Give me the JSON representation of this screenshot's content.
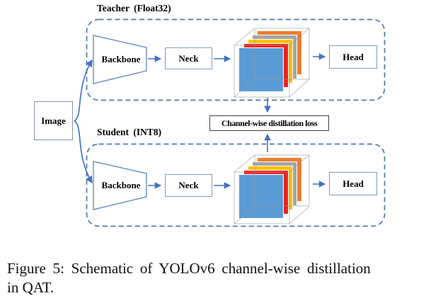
{
  "diagram": {
    "image_box": {
      "label": "Image"
    },
    "teacher": {
      "title": "Teacher (Float32)",
      "backbone": "Backbone",
      "neck": "Neck",
      "head": "Head"
    },
    "student": {
      "title": "Student (INT8)",
      "backbone": "Backbone",
      "neck": "Neck",
      "head": "Head"
    },
    "loss_box": {
      "label": "Channel-wise distillation loss"
    },
    "feature_stack": {
      "layers": [
        {
          "name": "orange",
          "color": "#ED7D31"
        },
        {
          "name": "gray",
          "color": "#A6A6A6"
        },
        {
          "name": "yellow",
          "color": "#FFC000"
        },
        {
          "name": "red",
          "color": "#EE2020"
        },
        {
          "name": "blue",
          "color": "#5B9BD5"
        }
      ]
    },
    "colors": {
      "arrow": "#4472C4",
      "dashed_region": "#4F78A7",
      "box_border": "#7F9DB9",
      "loss_border": "#404040",
      "cube_wireframe": "#B5B5B5"
    }
  },
  "caption": {
    "line1": "Figure 5: Schematic of YOLOv6 channel-wise distillation",
    "line2": "in QAT."
  }
}
